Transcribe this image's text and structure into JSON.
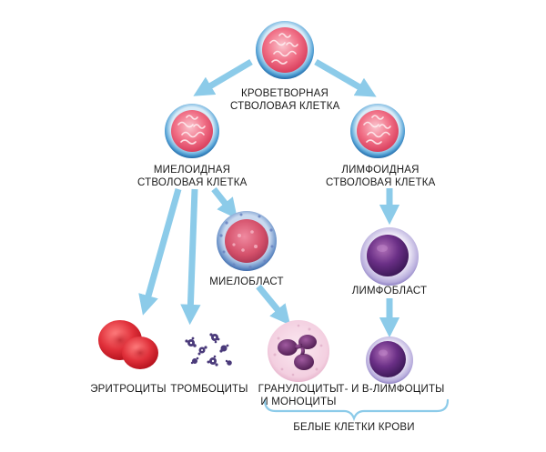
{
  "colors": {
    "arrow": "#8ccbe9",
    "brace": "#8ccbe9",
    "stem_ring": "#2a7fc0",
    "stem_core": "#f06e85",
    "myeloblast_ring": "#4f7fbe",
    "myeloblast_core": "#d4506a",
    "lympho_ring": "#a69ad2",
    "lympho_core": "#5a2c7a",
    "erythrocyte": "#e0303a",
    "thrombocyte": "#4a3a7a",
    "granulocyte_cyto": "#f6d5e4",
    "granulocyte_nucleus": "#6a2a6a"
  },
  "nodes": {
    "hsc": {
      "label_line1": "КРОВЕТВОРНАЯ",
      "label_line2": "СТВОЛОВАЯ КЛЕТКА",
      "icon": "stem-cell-icon"
    },
    "myeloid": {
      "label_line1": "МИЕЛОИДНАЯ",
      "label_line2": "СТВОЛОВАЯ КЛЕТКА",
      "icon": "stem-cell-icon"
    },
    "lymphoid": {
      "label_line1": "ЛИМФОИДНАЯ",
      "label_line2": "СТВОЛОВАЯ КЛЕТКА",
      "icon": "stem-cell-icon"
    },
    "myeloblast": {
      "label": "МИЕЛОБЛАСТ",
      "icon": "myeloblast-icon"
    },
    "lymphoblast": {
      "label": "ЛИМФОБЛАСТ",
      "icon": "lymphoblast-icon"
    },
    "erythrocytes": {
      "label": "ЭРИТРОЦИТЫ",
      "icon": "erythrocyte-icon"
    },
    "thrombocytes": {
      "label": "ТРОМБОЦИТЫ",
      "icon": "thrombocyte-icon"
    },
    "granulocytes": {
      "label_line1": "ГРАНУЛОЦИТЫ",
      "label_line2": "И МОНОЦИТЫ",
      "icon": "granulocyte-icon"
    },
    "lymphocytes": {
      "label": "Т- И В-ЛИМФОЦИТЫ",
      "icon": "lymphocyte-icon"
    }
  },
  "group": {
    "label": "БЕЛЫЕ КЛЕТКИ КРОВИ"
  }
}
